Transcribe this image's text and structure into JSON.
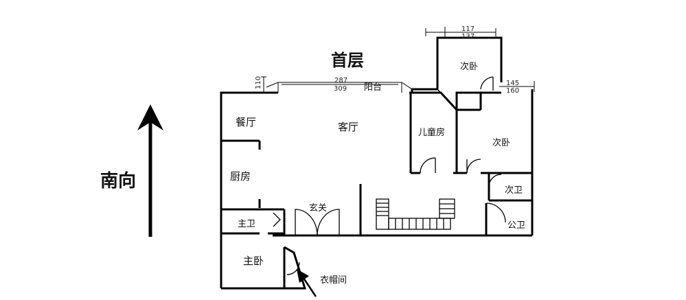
{
  "title": "首层",
  "orientation": "南向",
  "dimensions": {
    "top_left_small": "110",
    "balcony_upper": "287",
    "balcony_lower": "309",
    "bedroom_top_upper": "117",
    "bedroom_top_lower": "137",
    "bedroom_right_upper": "145",
    "bedroom_right_lower": "160"
  },
  "rooms": {
    "balcony": "阳台",
    "dining": "餐厅",
    "living": "客厅",
    "kids_room": "儿童房",
    "bedroom_top": "次卧",
    "bedroom_right": "次卧",
    "secondary_bath": "次卫",
    "kitchen": "厨房",
    "foyer": "玄关",
    "master_bath": "主卫",
    "public_bath": "公卫",
    "master_bedroom": "主卧",
    "closet": "衣帽间"
  }
}
